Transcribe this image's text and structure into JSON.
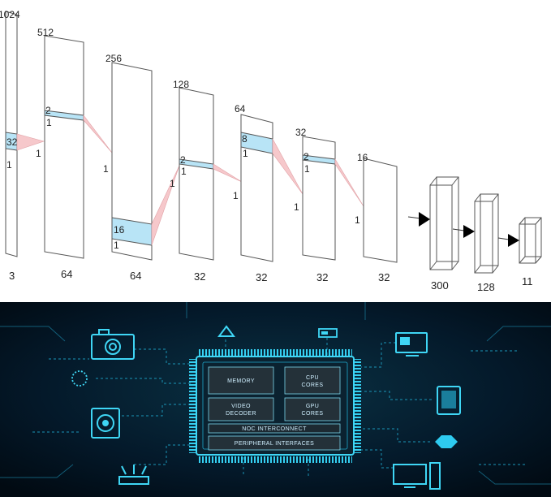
{
  "cnn_diagram": {
    "layers": [
      {
        "top_label": "1024",
        "bottom_label": "3",
        "kernel_label": "32",
        "stride_label": "1"
      },
      {
        "top_label": "512",
        "bottom_label": "64",
        "kernel_label": "2",
        "stride_label": "1"
      },
      {
        "top_label": "256",
        "bottom_label": "64",
        "kernel_label": "16",
        "stride_label": "1"
      },
      {
        "top_label": "128",
        "bottom_label": "32",
        "kernel_label": "2",
        "stride_label": "1"
      },
      {
        "top_label": "64",
        "bottom_label": "32",
        "kernel_label": "8",
        "stride_label": "1"
      },
      {
        "top_label": "32",
        "bottom_label": "32",
        "kernel_label": "2",
        "stride_label": "1"
      },
      {
        "top_label": "16",
        "bottom_label": "32"
      }
    ],
    "connection_labels": [
      "1",
      "1",
      "1",
      "1",
      "1",
      "1"
    ],
    "dense_layers": [
      {
        "label": "300"
      },
      {
        "label": "128"
      },
      {
        "label": "11"
      }
    ],
    "colors": {
      "kernel_fill": "#b8e4f6",
      "projection_fill": "#f6c8cb",
      "outline": "#555555"
    }
  },
  "chip_illustration": {
    "blocks": {
      "memory": "MEMORY",
      "cpu": "CPU\nCORES",
      "video": "VIDEO\nDECODER",
      "gpu": "GPU\nCORES",
      "noc": "NOC INTERCONNECT",
      "peripheral": "PERIPHERAL INTERFACES"
    },
    "icons": [
      "camera-icon",
      "triangle-icon",
      "battery-icon",
      "monitor-icon",
      "tablet-icon",
      "hexagon-icon",
      "hard-drive-icon",
      "wifi-router-icon",
      "desktop-computer-icon",
      "dotted-circle-icon"
    ],
    "colors": {
      "background": "#02121d",
      "glow": "#22c4ec",
      "block_fill": "#243139"
    }
  }
}
